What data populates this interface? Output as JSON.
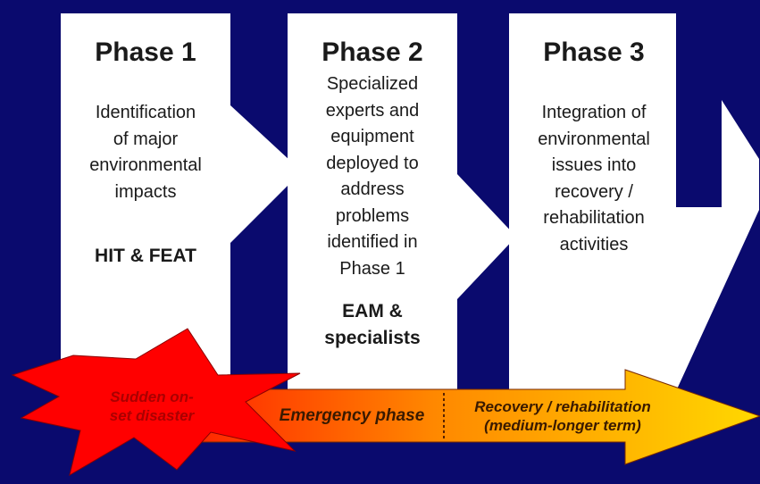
{
  "phases": [
    {
      "title": "Phase 1",
      "description": "Identification\nof major\nenvironmental\nimpacts",
      "team": "HIT & FEAT"
    },
    {
      "title": "Phase 2",
      "description": "Specialized\nexperts and\nequipment\ndeployed to\naddress\nproblems\nidentified in\nPhase 1",
      "team": "EAM &\nspecialists"
    },
    {
      "title": "Phase 3",
      "description": "Integration of\nenvironmental\nissues into\nrecovery /\nrehabilitation\nactivities",
      "team": ""
    }
  ],
  "timeline": {
    "trigger": "Sudden on-\nset disaster",
    "emergency": "Emergency phase",
    "recovery": "Recovery / rehabilitation\n(medium-longer term)"
  },
  "colors": {
    "background": "#0a0a6e",
    "box": "#ffffff",
    "burst": "#ff0000",
    "arrow_start": "#ff1a00",
    "arrow_mid": "#ff8800",
    "arrow_end": "#ffd800",
    "label_red": "#aa0000"
  }
}
